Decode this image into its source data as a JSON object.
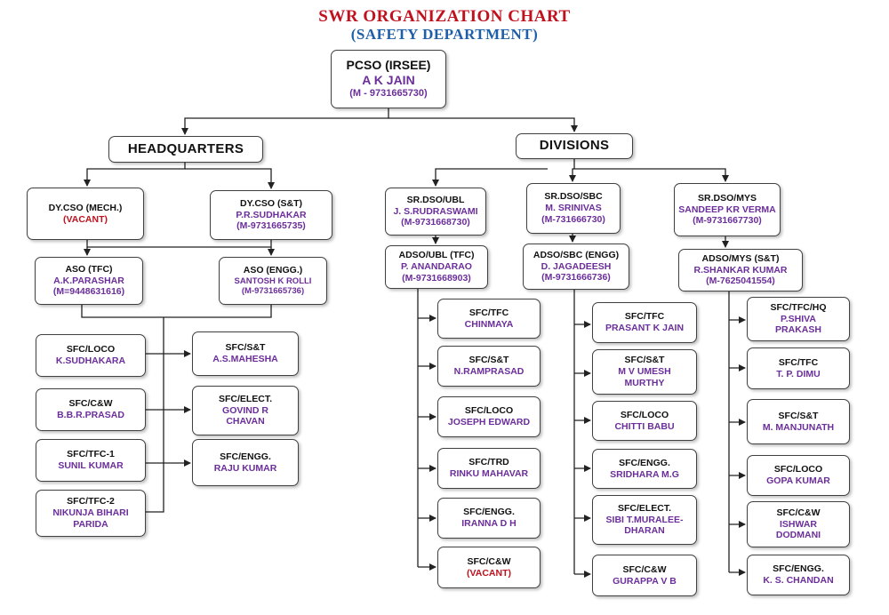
{
  "title": "SWR ORGANIZATION CHART",
  "subtitle": "(SAFETY DEPARTMENT)",
  "colors": {
    "title": "#c0111e",
    "subtitle": "#1f5fa8",
    "names": "#6b2e9a",
    "vacant": "#c0111e"
  },
  "top": {
    "role": "PCSO (IRSEE)",
    "name": "A K JAIN",
    "phone": "(M - 9731665730)"
  },
  "sections": {
    "headquarters": "HEADQUARTERS",
    "divisions": "DIVISIONS"
  },
  "hq": {
    "dycso_mech": {
      "role": "DY.CSO (MECH.)",
      "name": "(VACANT)"
    },
    "dycso_st": {
      "role": "DY.CSO (S&T)",
      "name": "P.R.SUDHAKAR",
      "phone": "(M-9731665735)"
    },
    "aso_tfc": {
      "role": "ASO (TFC)",
      "name": "A.K.PARASHAR",
      "phone": "(M=9448631616)"
    },
    "aso_engg": {
      "role": "ASO (ENGG.)",
      "name": "SANTOSH K ROLLI",
      "phone": "(M-9731665736)"
    },
    "left_units": [
      {
        "role": "SFC/LOCO",
        "name": "K.SUDHAKARA"
      },
      {
        "role": "SFC/C&W",
        "name": "B.B.R.PRASAD"
      },
      {
        "role": "SFC/TFC-1",
        "name": "SUNIL KUMAR"
      },
      {
        "role": "SFC/TFC-2",
        "name": "NIKUNJA BIHARI\nPARIDA"
      }
    ],
    "right_units": [
      {
        "role": "SFC/S&T",
        "name": "A.S.MAHESHA"
      },
      {
        "role": "SFC/ELECT.",
        "name": "GOVIND R\nCHAVAN"
      },
      {
        "role": "SFC/ENGG.",
        "name": "RAJU KUMAR"
      }
    ]
  },
  "divisions": {
    "ubl": {
      "srdso": {
        "role": "SR.DSO/UBL",
        "name": "J. S.RUDRASWAMI",
        "phone": "(M-9731668730)"
      },
      "adso": {
        "role": "ADSO/UBL (TFC)",
        "name": "P. ANANDARAO",
        "phone": "(M-9731668903)"
      },
      "units": [
        {
          "role": "SFC/TFC",
          "name": "CHINMAYA"
        },
        {
          "role": "SFC/S&T",
          "name": "N.RAMPRASAD"
        },
        {
          "role": "SFC/LOCO",
          "name": "JOSEPH  EDWARD"
        },
        {
          "role": "SFC/TRD",
          "name": "RINKU  MAHAVAR"
        },
        {
          "role": "SFC/ENGG.",
          "name": "IRANNA D H"
        },
        {
          "role": "SFC/C&W",
          "name": "(VACANT)"
        }
      ]
    },
    "sbc": {
      "srdso": {
        "role": "SR.DSO/SBC",
        "name": "M. SRINIVAS",
        "phone": "(M-731666730)"
      },
      "adso": {
        "role": "ADSO/SBC (ENGG)",
        "name": "D. JAGADEESH",
        "phone": "(M-9731666736)"
      },
      "units": [
        {
          "role": "SFC/TFC",
          "name": "PRASANT K JAIN"
        },
        {
          "role": "SFC/S&T",
          "name": "M V UMESH\nMURTHY"
        },
        {
          "role": "SFC/LOCO",
          "name": "CHITTI BABU"
        },
        {
          "role": "SFC/ENGG.",
          "name": "SRIDHARA M.G"
        },
        {
          "role": "SFC/ELECT.",
          "name": "SIBI T.MURALEE-\nDHARAN"
        },
        {
          "role": "SFC/C&W",
          "name": "GURAPPA V B"
        }
      ]
    },
    "mys": {
      "srdso": {
        "role": "SR.DSO/MYS",
        "name": "SANDEEP KR VERMA",
        "phone": "(M-9731667730)"
      },
      "adso": {
        "role": "ADSO/MYS (S&T)",
        "name": "R.SHANKAR KUMAR",
        "phone": "(M-7625041554)"
      },
      "units": [
        {
          "role": "SFC/TFC/HQ",
          "name": "P.SHIVA\nPRAKASH"
        },
        {
          "role": "SFC/TFC",
          "name": "T. P. DIMU"
        },
        {
          "role": "SFC/S&T",
          "name": "M. MANJUNATH"
        },
        {
          "role": "SFC/LOCO",
          "name": "GOPA KUMAR"
        },
        {
          "role": "SFC/C&W",
          "name": "ISHWAR\nDODMANI"
        },
        {
          "role": "SFC/ENGG.",
          "name": "K. S. CHANDAN"
        }
      ]
    }
  }
}
